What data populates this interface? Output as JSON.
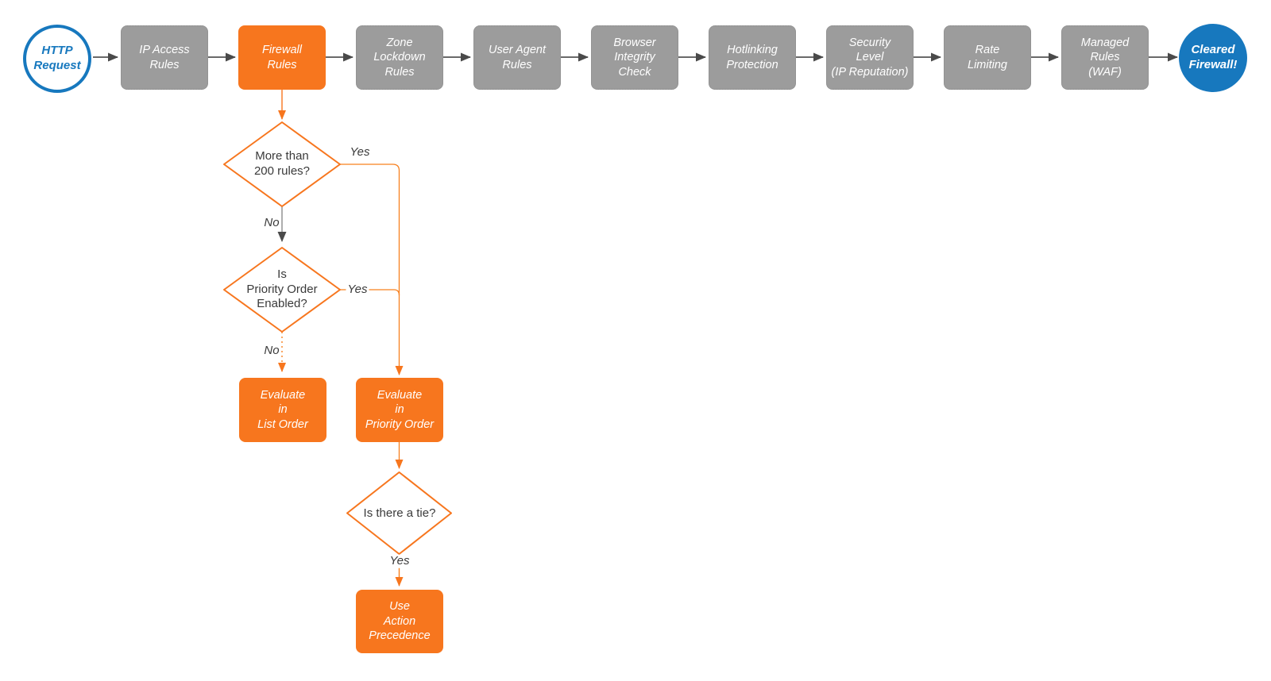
{
  "flow": {
    "start": {
      "label": "HTTP\nRequest"
    },
    "steps": [
      {
        "label": "IP Access\nRules"
      },
      {
        "label": "Firewall\nRules"
      },
      {
        "label": "Zone\nLockdown\nRules"
      },
      {
        "label": "User Agent\nRules"
      },
      {
        "label": "Browser\nIntegrity\nCheck"
      },
      {
        "label": "Hotlinking\nProtection"
      },
      {
        "label": "Security\nLevel\n(IP Reputation)"
      },
      {
        "label": "Rate\nLimiting"
      },
      {
        "label": "Managed\nRules\n(WAF)"
      }
    ],
    "end": {
      "label": "Cleared\nFirewall!"
    }
  },
  "decisions": {
    "more_than_200": {
      "question": "More than\n200 rules?",
      "yes": "Yes",
      "no": "No"
    },
    "priority_enabled": {
      "question": "Is\nPriority Order\nEnabled?",
      "yes": "Yes",
      "no": "No"
    },
    "tie": {
      "question": "Is there a tie?",
      "yes": "Yes"
    }
  },
  "actions": {
    "list_order": {
      "label": "Evaluate\nin\nList Order"
    },
    "priority_order": {
      "label": "Evaluate\nin\nPriority Order"
    },
    "action_precedence": {
      "label": "Use\nAction\nPrecedence"
    }
  },
  "colors": {
    "orange": "#F7761E",
    "gray_fill": "#9C9C9C",
    "blue": "#1778BE",
    "arrow_gray": "#4A4A4A",
    "text_dark": "#3A3A3A"
  }
}
